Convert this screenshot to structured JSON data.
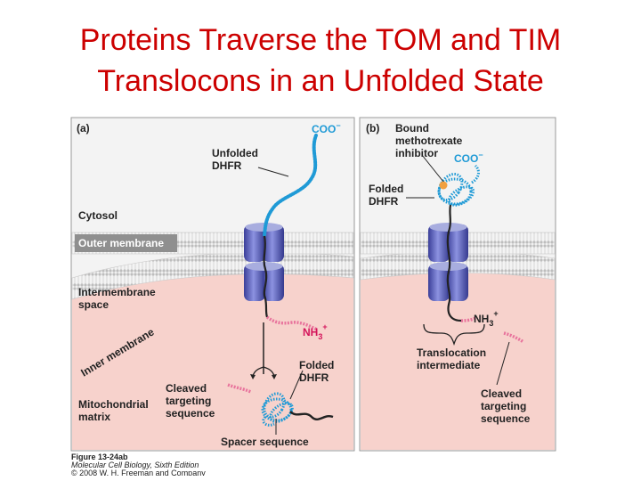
{
  "title": {
    "line1": "Proteins Traverse the TOM and TIM",
    "line2": "Translocons in an Unfolded State"
  },
  "colors": {
    "title": "#cc0000",
    "chain": "#1f9ad6",
    "channel": "#6a72c6",
    "matrix": "#f7d2cc",
    "targeting": "#e8739c",
    "inhibitor": "#f0a040"
  },
  "panel_a": {
    "tag": "(a)",
    "coo": "COO",
    "coo_sup": "−",
    "unfolded_dhfr": [
      "Unfolded",
      "DHFR"
    ],
    "cytosol": "Cytosol",
    "outer_membrane": "Outer membrane",
    "intermembrane_space": [
      "Intermembrane",
      "space"
    ],
    "inner_membrane": "Inner membrane",
    "nh3": "NH",
    "nh3_sub": "3",
    "nh3_sup": "+",
    "folded_dhfr": [
      "Folded",
      "DHFR"
    ],
    "cleaved_targeting_sequence": [
      "Cleaved",
      "targeting",
      "sequence"
    ],
    "mitochondrial_matrix": [
      "Mitochondrial",
      "matrix"
    ],
    "spacer_sequence": "Spacer sequence"
  },
  "panel_b": {
    "tag": "(b)",
    "bound_inhibitor": [
      "Bound",
      "methotrexate",
      "inhibitor"
    ],
    "coo": "COO",
    "coo_sup": "−",
    "folded_dhfr": [
      "Folded",
      "DHFR"
    ],
    "nh3": "NH",
    "nh3_sub": "3",
    "nh3_sup": "+",
    "translocation_intermediate": [
      "Translocation",
      "intermediate"
    ],
    "cleaved_targeting_sequence": [
      "Cleaved",
      "targeting",
      "sequence"
    ]
  },
  "caption": {
    "figure": "Figure 13-24ab",
    "book": "Molecular Cell Biology, Sixth Edition",
    "copyright": "© 2008 W. H. Freeman and Company"
  }
}
